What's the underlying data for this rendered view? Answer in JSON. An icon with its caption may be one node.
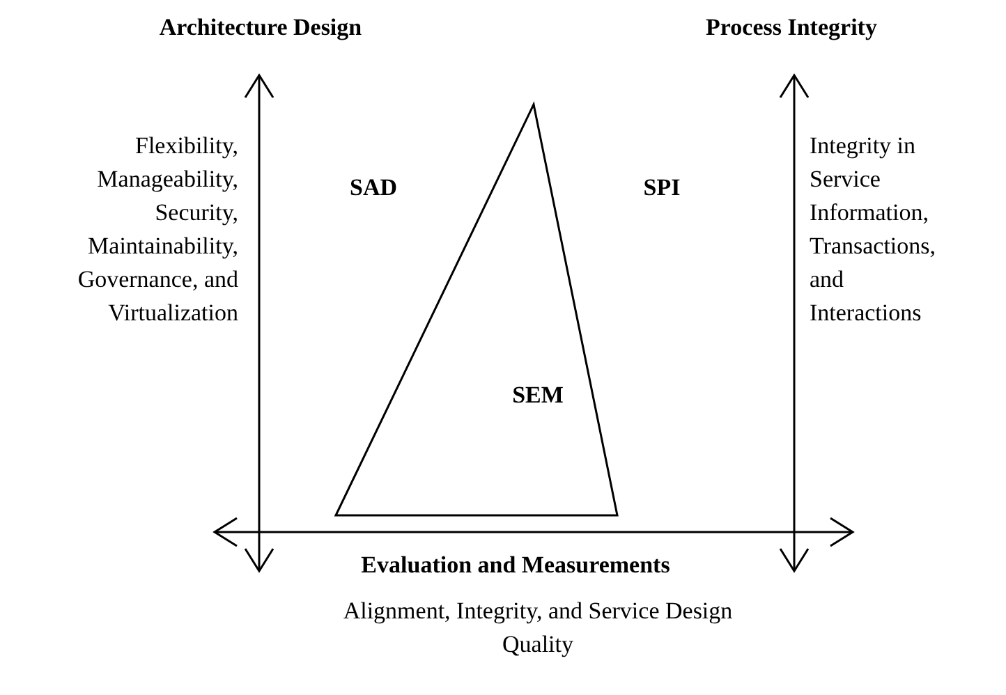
{
  "diagram": {
    "nodes": [
      {
        "text": [
          "SEM"
        ]
      }
    ],
    "edges": [],
    "labels": [
      "Architecture Design",
      "Process Integrity",
      "Flexibility, Manageability, Security, Maintainability, Governance, and Virtualization",
      "SAD",
      "SPI",
      "Integrity in Service Information, Transactions, and Interactions",
      "Evaluation and Measurements",
      "Alignment, Integrity, and Service Design Quality"
    ]
  }
}
